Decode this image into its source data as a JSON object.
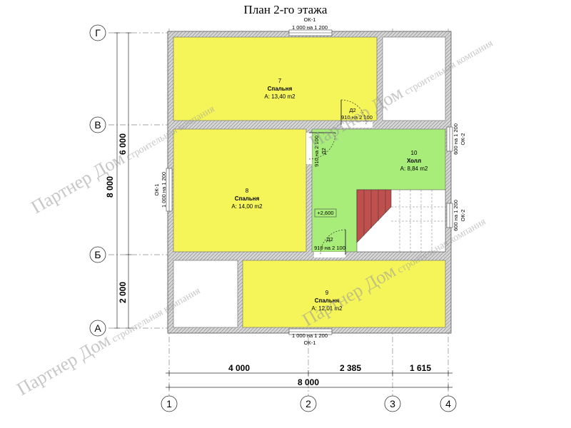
{
  "title": "План 2-го этажа",
  "axes_letters": [
    "Г",
    "В",
    "Б",
    "А"
  ],
  "axes_numbers": [
    "1",
    "2",
    "3",
    "4"
  ],
  "dimensions": {
    "left_total": "8 000",
    "left_upper": "6 000",
    "left_lower": "2 000",
    "bottom_segments": [
      "4 000",
      "2 385",
      "1 615"
    ],
    "bottom_total": "8 000"
  },
  "windows": {
    "top": {
      "label": "ОК-1",
      "size": "1 000 на 1 200"
    },
    "bottom": {
      "label": "ОК-1",
      "size": "1 000 на 1 200"
    },
    "left": {
      "label": "ОК-1",
      "size": "1 000 на 1 200"
    },
    "right_upper": {
      "label": "ОК-2",
      "size": "600 на 1 200"
    },
    "right_lower": {
      "label": "ОК-2",
      "size": "600 на 1 200"
    }
  },
  "doors": {
    "upper": {
      "label": "Д2",
      "size": "910 на 2 100"
    },
    "middle": {
      "label": "Д2",
      "size": "910 на 2 100"
    },
    "lower": {
      "label": "Д2",
      "size": "910 на 2 100"
    }
  },
  "rooms": [
    {
      "number": "7",
      "name": "Спальня",
      "area": "A: 13,40 m2",
      "color": "#f5f55a"
    },
    {
      "number": "8",
      "name": "Спальня",
      "area": "A: 14,00 m2",
      "color": "#f5f55a"
    },
    {
      "number": "9",
      "name": "Спальня",
      "area": "A: 12,01 m2",
      "color": "#f5f55a"
    },
    {
      "number": "10",
      "name": "Холл",
      "area": "A: 8,84 m2",
      "color": "#a8ec7a"
    }
  ],
  "level_mark": "+2,600",
  "watermark": {
    "brand": "Партнер Дом",
    "tagline": "строительная компания"
  },
  "colors": {
    "bedroom": "#f5f55a",
    "hall": "#a8ec7a",
    "stair": "#c0504d",
    "wall": "#bdbdbd"
  }
}
